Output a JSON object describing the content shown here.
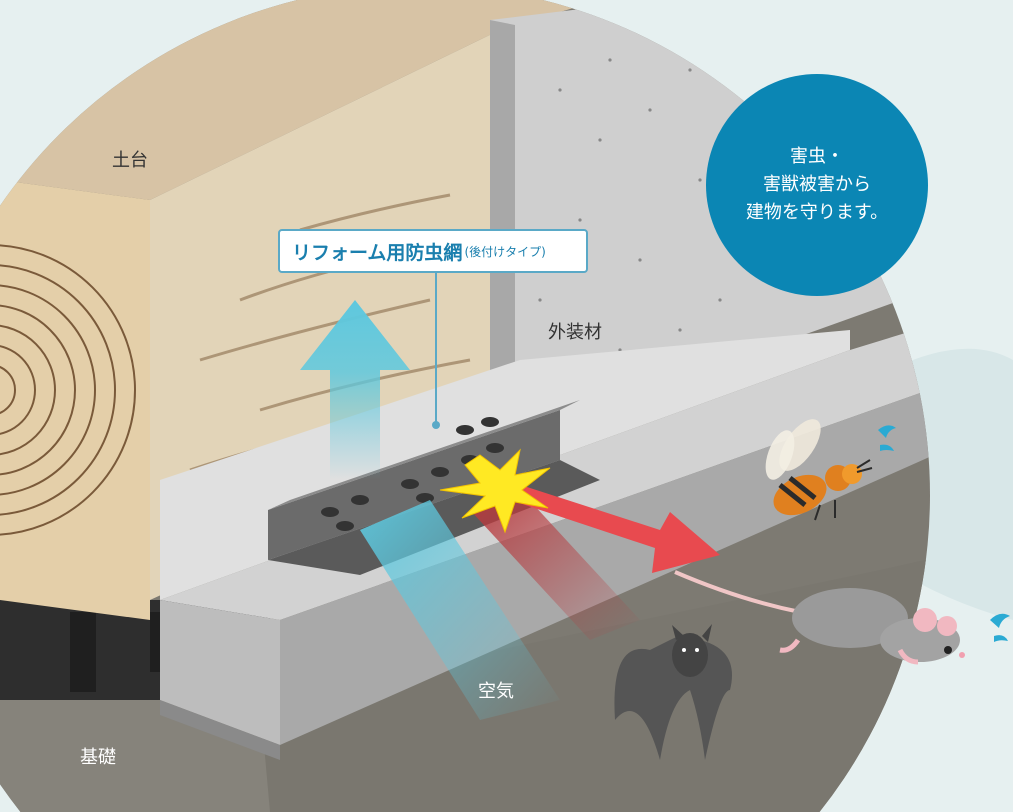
{
  "labels": {
    "dodai": "土台",
    "gaisouzai": "外装材",
    "kuuki": "空気",
    "kiso": "基礎"
  },
  "callout": {
    "main": "リフォーム用防虫網",
    "sub": "(後付けタイプ)"
  },
  "badge": {
    "line1": "害虫・",
    "line2": "害獣被害から",
    "line3": "建物を守ります。"
  },
  "colors": {
    "background": "#e6f0f0",
    "badge": "#0b86b4",
    "callout_text": "#1a7fae",
    "airflow": "#5ec8de",
    "repel_arrow": "#e84a4f",
    "spark": "#ffe923"
  },
  "icons": [
    "wood-grain",
    "airflow-arrow",
    "spark-burst",
    "hornet-icon",
    "rat-icon",
    "bat-icon",
    "sweat-drop-icon"
  ]
}
